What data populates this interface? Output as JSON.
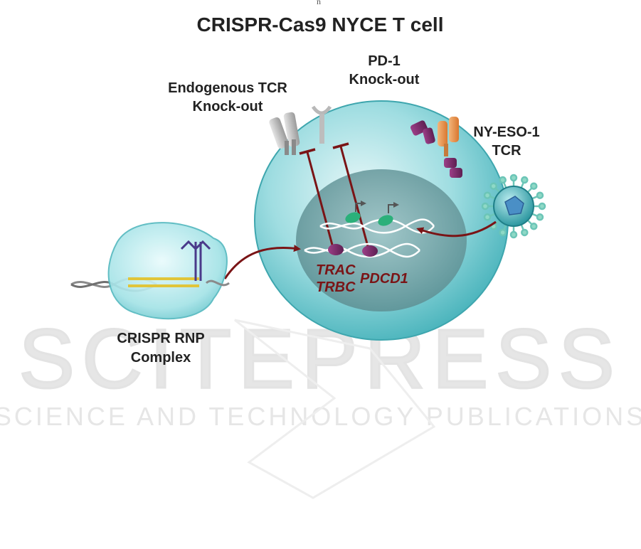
{
  "header_fragment": "n",
  "title": "CRISPR-Cas9 NYCE T cell",
  "labels": {
    "endogenous_tcr_line1": "Endogenous TCR",
    "endogenous_tcr_line2": "Knock-out",
    "pd1_line1": "PD-1",
    "pd1_line2": "Knock-out",
    "nyeso_line1": "NY-ESO-1",
    "nyeso_line2": "TCR",
    "rnp_line1": "CRISPR RNP",
    "rnp_line2": "Complex"
  },
  "genes": {
    "trac": "TRAC",
    "trbc": "TRBC",
    "pdcd1": "PDCD1"
  },
  "watermark": {
    "main": "SCITEPRESS",
    "sub": "SCIENCE AND TECHNOLOGY PUBLICATIONS"
  },
  "colors": {
    "cell": "#7ed3d8",
    "nucleus": "#6d9fa3",
    "arrow": "#7a1416",
    "gene_text": "#7a1416",
    "tcr_purple": "#7a2d6b",
    "tcr_orange": "#e8934a",
    "green_strand": "#2bb07a",
    "virus": "#3aa7b0"
  }
}
